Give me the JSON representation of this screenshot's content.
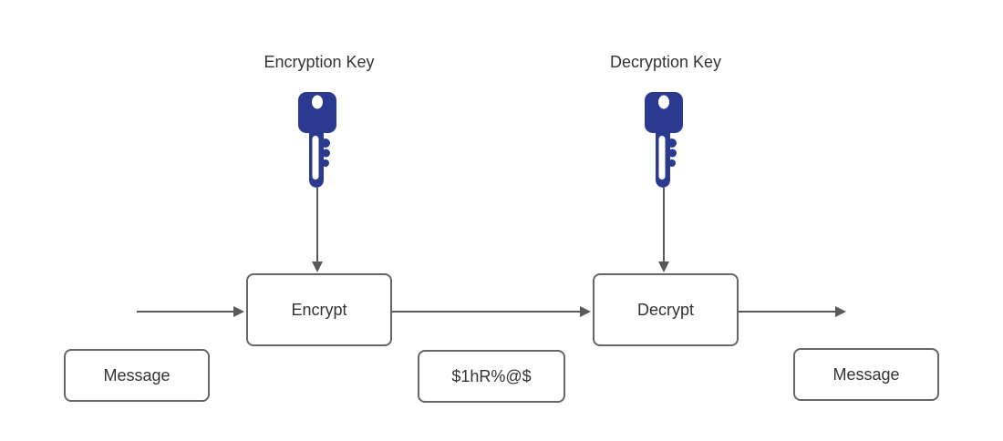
{
  "diagram": {
    "labels": {
      "encryption_key": "Encryption Key",
      "decryption_key": "Decryption Key"
    },
    "nodes": {
      "encrypt": "Encrypt",
      "decrypt": "Decrypt",
      "message_in": "Message",
      "ciphertext": "$1hR%@$",
      "message_out": "Message"
    },
    "icons": {
      "encryption_key": "key-icon",
      "decryption_key": "key-icon"
    },
    "colors": {
      "key": "#2b3990",
      "line": "#595959",
      "border": "#666666",
      "text": "#333333",
      "background": "#ffffff"
    }
  }
}
